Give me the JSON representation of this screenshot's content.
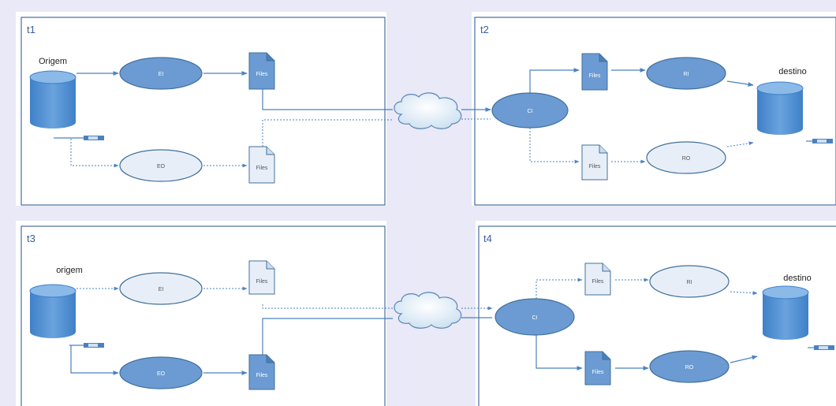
{
  "panels": {
    "t1": "t1",
    "t2": "t2",
    "t3": "t3",
    "t4": "t4"
  },
  "databases": {
    "t1_source": "Origem",
    "t2_target": "destino",
    "t3_source": "origem",
    "t4_target": "destino"
  },
  "nodes": {
    "t1_ei": "EI",
    "t1_eo": "EO",
    "t2_ci": "CI",
    "t2_ri": "RI",
    "t2_ro": "RO",
    "t3_ei": "EI",
    "t3_eo": "EO",
    "t4_ci": "CI",
    "t4_ri": "RI",
    "t4_ro": "RO"
  },
  "files": {
    "t1_active": "Files",
    "t1_inactive": "Files",
    "t2_active": "Files",
    "t2_inactive": "Files",
    "t3_inactive": "Files",
    "t3_active": "Files",
    "t4_inactive": "Files",
    "t4_active": "Files"
  },
  "colors": {
    "active_fill": "#6b9bd2",
    "active_stroke": "#41719c",
    "inactive_fill": "#e8eef8",
    "inactive_stroke": "#41719c",
    "line": "#4a82c0",
    "background": "#e9e9f7"
  }
}
